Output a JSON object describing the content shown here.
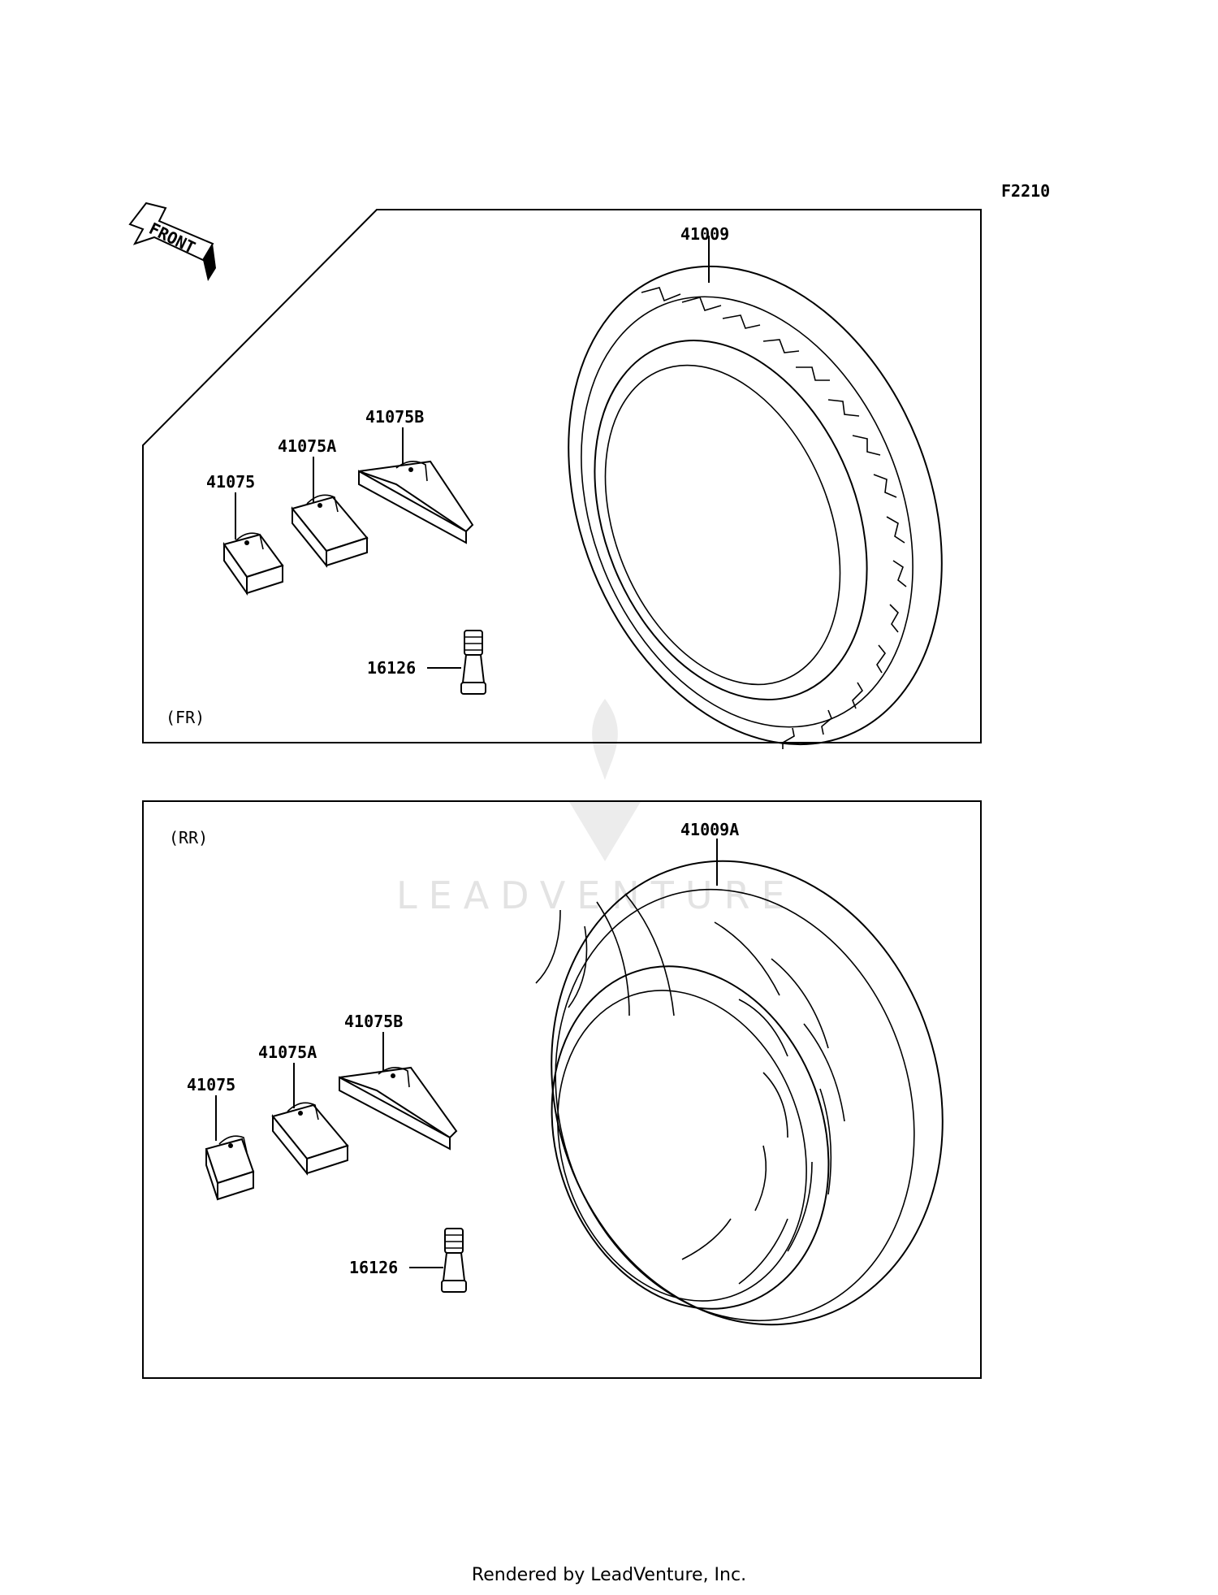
{
  "diagram_code": "F2210",
  "front_arrow_label": "FRONT",
  "watermark": "LEADVENTURE",
  "footer": "Rendered by LeadVenture, Inc.",
  "sections": [
    {
      "id": "front",
      "label": "(FR)",
      "parts": {
        "tire": "41009",
        "weight_small": "41075",
        "weight_medium": "41075A",
        "weight_large": "41075B",
        "valve": "16126"
      }
    },
    {
      "id": "rear",
      "label": "(RR)",
      "parts": {
        "tire": "41009A",
        "weight_small": "41075",
        "weight_medium": "41075A",
        "weight_large": "41075B",
        "valve": "16126"
      }
    }
  ]
}
